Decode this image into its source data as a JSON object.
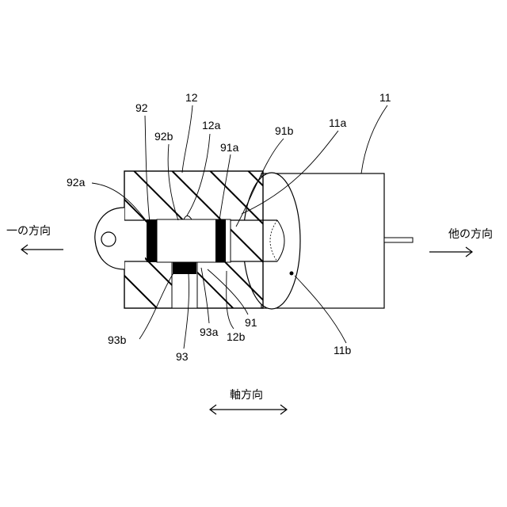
{
  "labels": {
    "l11": "11",
    "l11a": "11a",
    "l11b": "11b",
    "l12": "12",
    "l12a": "12a",
    "l12b": "12b",
    "l91": "91",
    "l91a": "91a",
    "l91b": "91b",
    "l92": "92",
    "l92a": "92a",
    "l92b": "92b",
    "l93": "93",
    "l93a": "93a",
    "l93b": "93b"
  },
  "directions": {
    "one_direction": "一の方向",
    "other_direction": "他の方向",
    "axial_direction": "軸方向"
  }
}
